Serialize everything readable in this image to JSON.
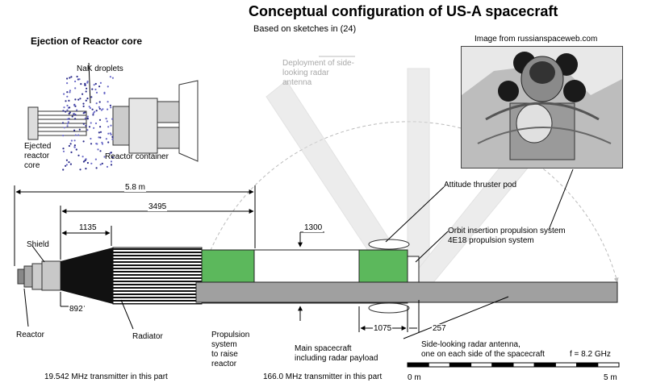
{
  "title": "Conceptual configuration of US-A spacecraft",
  "subtitle": "Based on sketches in (24)",
  "ejection": {
    "heading": "Ejection of Reactor core",
    "nak": "NaK droplets",
    "core": "Ejected\nreactor\ncore",
    "container": "Reactor container"
  },
  "image_credit": "Image from russianspaceweb.com",
  "deployment": "Deployment of side-\nlooking radar\nantenna",
  "dimensions": {
    "overall": "5.8 m",
    "d3495": "3495",
    "d1135": "1135",
    "d1300": "1300",
    "d892": "892",
    "d1075": "1075",
    "d257": "257"
  },
  "labels": {
    "shield": "Shield",
    "reactor": "Reactor",
    "radiator": "Radiator",
    "propulsion": "Propulsion\nsystem\nto raise\nreactor",
    "main": "Main spacecraft\nincluding radar payload",
    "attitude": "Attitude thruster pod",
    "orbit": "Orbit insertion propulsion system\n4E18 propulsion system",
    "antenna": "Side-looking radar antenna,\none on each side of the spacecraft",
    "freq": "f = 8.2 GHz"
  },
  "transmitters": {
    "t1": "19.542 MHz transmitter in this part",
    "t2": "166.0 MHz transmitter in this part"
  },
  "scale": {
    "start": "0 m",
    "end": "5 m"
  }
}
